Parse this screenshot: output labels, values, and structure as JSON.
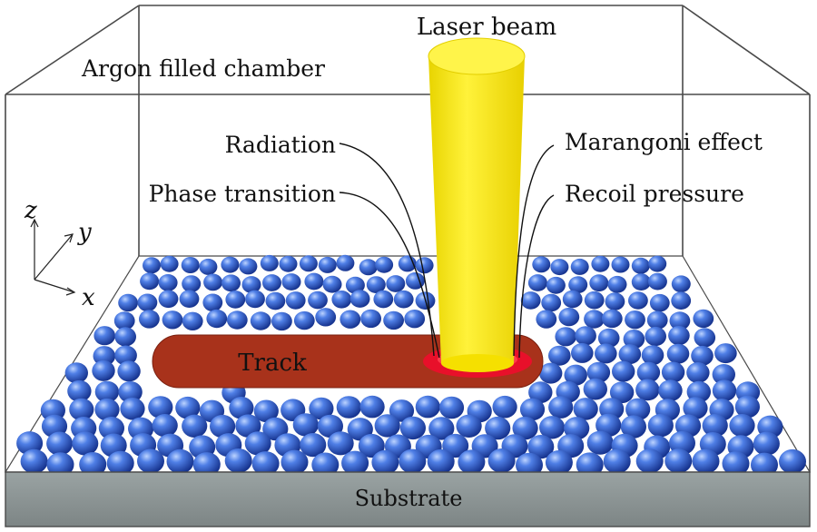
{
  "labels": {
    "laser_beam": "Laser beam",
    "chamber": "Argon filled chamber",
    "radiation": "Radiation",
    "phase_transition": "Phase transition",
    "marangoni": "Marangoni effect",
    "recoil": "Recoil pressure",
    "track": "Track",
    "substrate": "Substrate"
  },
  "axes": {
    "z": "z",
    "y": "y",
    "x": "x"
  },
  "colors": {
    "laser": "#f2e600",
    "laser_edge": "#ffd21a",
    "track": "#a8321b",
    "melt_pool": "#e8102a",
    "particle": "#2a55c8",
    "substrate": "#8e9696",
    "chamber_edge": "#4a4a4a"
  }
}
